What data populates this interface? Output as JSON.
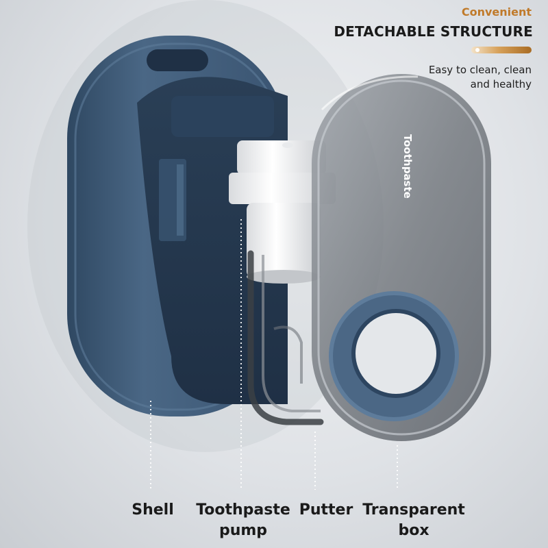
{
  "header": {
    "kicker": "Convenient",
    "title": "DETACHABLE STRUCTURE",
    "subtitle_lines": [
      "Easy to clean, clean",
      "and healthy"
    ]
  },
  "product": {
    "lid_text": "Toothpaste"
  },
  "labels": {
    "shell": "Shell",
    "pump_lines": [
      "Toothpaste",
      "pump"
    ],
    "putter": "Putter",
    "box_lines": [
      "Transparent",
      "box"
    ]
  },
  "colors": {
    "accent": "#c07a2a",
    "shell_blue": "#3f5a77",
    "text": "#1a1a1a"
  }
}
